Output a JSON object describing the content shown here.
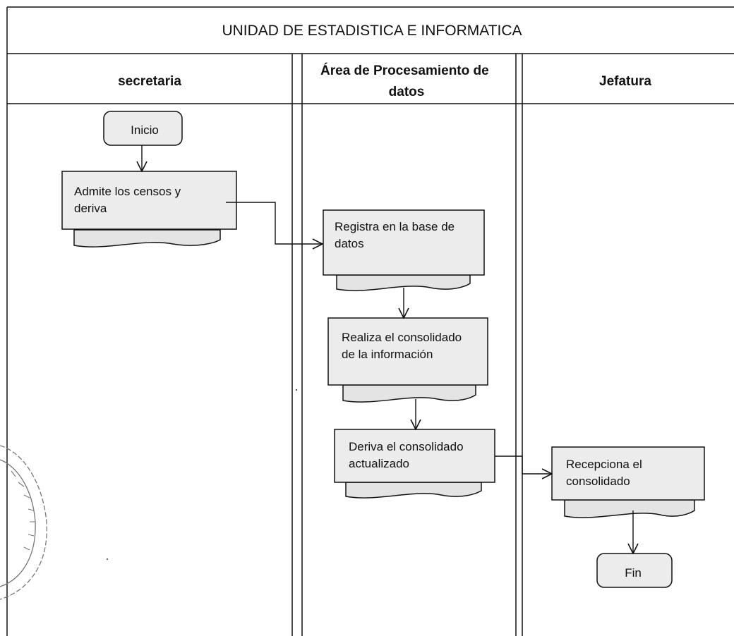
{
  "diagram": {
    "title": "UNIDAD DE ESTADISTICA E INFORMATICA",
    "lanes": [
      {
        "lines": [
          "secretaria"
        ]
      },
      {
        "lines": [
          "Área de Procesamiento de",
          "datos"
        ]
      },
      {
        "lines": [
          "Jefatura"
        ]
      }
    ],
    "start_label": "Inicio",
    "end_label": "Fin",
    "steps": [
      {
        "lines": [
          "Admite los censos y",
          "deriva"
        ]
      },
      {
        "lines": [
          "Registra en la base de",
          "datos"
        ]
      },
      {
        "lines": [
          "Realiza el consolidado",
          "de la información"
        ]
      },
      {
        "lines": [
          "Deriva el consolidado",
          "actualizado"
        ]
      },
      {
        "lines": [
          "Recepciona el",
          "consolidado"
        ]
      }
    ]
  },
  "colors": {
    "line": "#111111",
    "box_fill": "#ececec",
    "paper": "#ffffff",
    "stamp": "#777777"
  }
}
